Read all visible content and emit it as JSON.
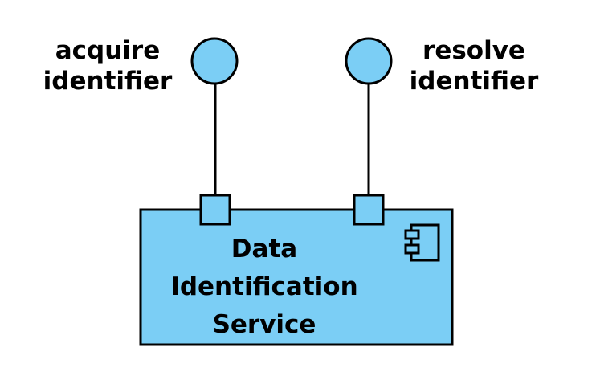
{
  "diagram": {
    "colors": {
      "fill": "#7bcef5",
      "stroke": "#000000",
      "background": "#ffffff"
    },
    "interfaces": [
      {
        "label_lines": [
          "acquire",
          "identifier"
        ]
      },
      {
        "label_lines": [
          "resolve",
          "identifier"
        ]
      }
    ],
    "component": {
      "name_lines": [
        "Data",
        "Identification",
        "Service"
      ],
      "icon": "component-icon"
    }
  }
}
